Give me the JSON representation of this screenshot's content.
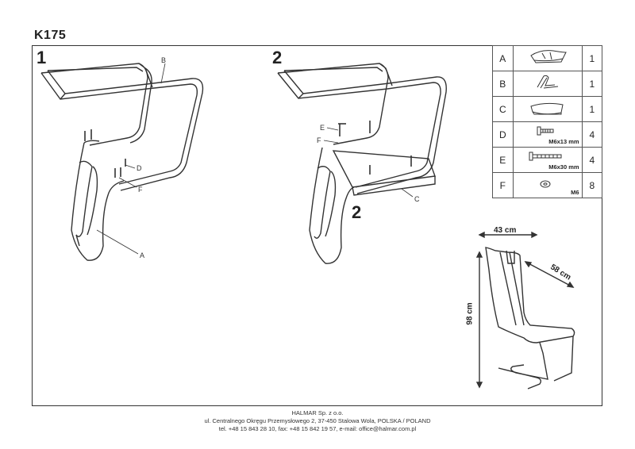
{
  "title": "K175",
  "steps": [
    "1",
    "2",
    "2"
  ],
  "callouts": {
    "s1_A": "A",
    "s1_B": "B",
    "s1_D": "D",
    "s1_F": "F",
    "s2_C": "C",
    "s2_E": "E",
    "s2_F": "F"
  },
  "parts": [
    {
      "letter": "A",
      "qty": "1",
      "icon": "seat-cushion-icon",
      "sub": ""
    },
    {
      "letter": "B",
      "qty": "1",
      "icon": "frame-bracket-icon",
      "sub": ""
    },
    {
      "letter": "C",
      "qty": "1",
      "icon": "seat-board-icon",
      "sub": ""
    },
    {
      "letter": "D",
      "qty": "4",
      "icon": "bolt-short-icon",
      "sub": "M6x13 mm"
    },
    {
      "letter": "E",
      "qty": "4",
      "icon": "bolt-long-icon",
      "sub": "M6x30 mm"
    },
    {
      "letter": "F",
      "qty": "8",
      "icon": "washer-icon",
      "sub": "M6"
    }
  ],
  "dimensions": {
    "width": "43 cm",
    "depth": "58 cm",
    "height": "98 cm"
  },
  "footer": {
    "company": "HALMAR Sp. z o.o.",
    "address": "ul. Centralnego Okręgu Przemysłowego 2, 37-450 Stalowa Wola, POLSKA / POLAND",
    "contact": "tel. +48 15 843 28 10, fax: +48 15 842 19 57, e-mail: office@halmar.com.pl"
  }
}
